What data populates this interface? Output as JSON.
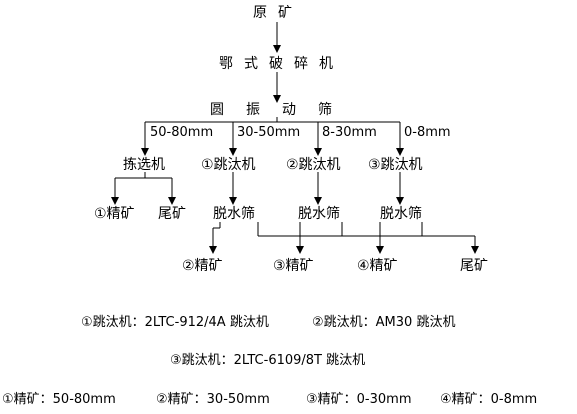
{
  "flow": {
    "raw_ore": "原矿",
    "crusher": "鄂式破碎机",
    "screen": "圆振动筛",
    "sizes": [
      "50-80mm",
      "30-50mm",
      "8-30mm",
      "0-8mm"
    ],
    "picker": "拣选机",
    "jig1": "①跳汰机",
    "jig2": "②跳汰机",
    "jig3": "③跳汰机",
    "picker_conc": "①精矿",
    "picker_tail": "尾矿",
    "dewater1": "脱水筛",
    "dewater2": "脱水筛",
    "dewater3": "脱水筛",
    "conc2": "②精矿",
    "conc3": "③精矿",
    "conc4": "④精矿",
    "tail": "尾矿"
  },
  "legend": {
    "jig1": "①跳汰机：2LTC-912/4A 跳汰机",
    "jig2": "②跳汰机：AM30 跳汰机",
    "jig3": "③跳汰机：2LTC-6109/8T 跳汰机",
    "conc1": "①精矿：50-80mm",
    "conc2": "②精矿：30-50mm",
    "conc3": "③精矿：0-30mm",
    "conc4": "④精矿：0-8mm"
  }
}
